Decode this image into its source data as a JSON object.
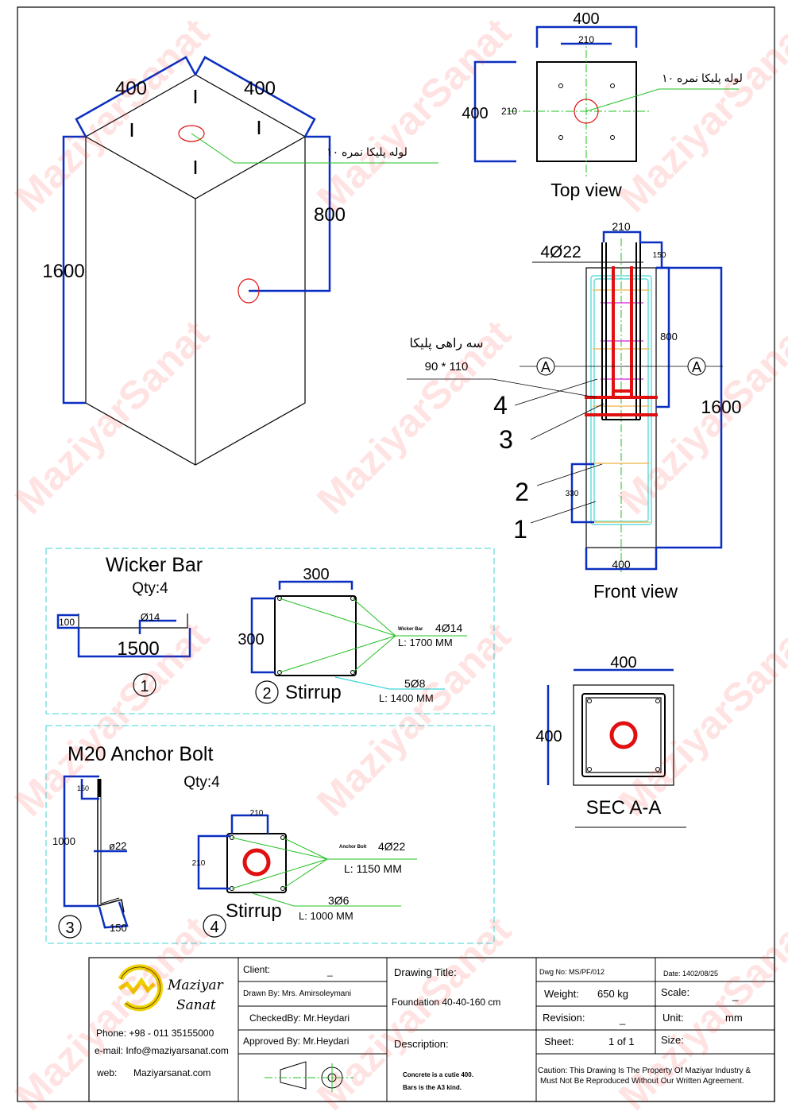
{
  "watermark": "MaziyarSanat",
  "colors": {
    "dimension": "#0a2fc0",
    "rebar": "#e01010",
    "leader": "#22c022",
    "panel": "#3fd6d6",
    "logo": "#f0d000"
  },
  "iso_view": {
    "dim_width_left": "400",
    "dim_width_right": "400",
    "dim_height": "1600",
    "dim_pipe_height": "800",
    "pipe_label": "لوله پلیکا نمره ۱۰"
  },
  "top_view": {
    "title": "Top view",
    "dim_width": "400",
    "dim_bolt_spacing_x": "210",
    "dim_depth": "400",
    "dim_bolt_spacing_y": "210",
    "pipe_label": "لوله پلیکا نمره ۱۰"
  },
  "front_view": {
    "title": "Front view",
    "dim_bolt_spacing": "210",
    "dim_bolt_projection": "150",
    "bolt_label": "4Ø22",
    "dim_pipe_depth": "800",
    "dim_height": "1600",
    "dim_width": "400",
    "dim_stirrup_spacing": "330",
    "tee_label": "سه راهی پلیکا",
    "tee_size": "90 * 110",
    "section_marker": "A",
    "callouts": [
      "4",
      "3",
      "2",
      "1"
    ]
  },
  "wicker_bar": {
    "title": "Wicker Bar",
    "qty": "Qty:4",
    "dim_hook": "100",
    "diameter": "Ø14",
    "dim_length": "1500",
    "item_no": "1"
  },
  "stirrup_1": {
    "title": "Stirrup",
    "item_no": "2",
    "dim_width": "300",
    "dim_height": "300",
    "bar_tag": "Wicker Bar",
    "bar_spec": "4Ø14",
    "bar_length": "L: 1700 MM",
    "stirrup_spec": "5Ø8",
    "stirrup_length": "L: 1400 MM"
  },
  "anchor_bolt": {
    "title": "M20 Anchor Bolt",
    "qty": "Qty:4",
    "dim_thread": "150",
    "dim_length": "1000",
    "diameter": "ø22",
    "dim_hook": "150",
    "item_no": "3"
  },
  "stirrup_2": {
    "title": "Stirrup",
    "item_no": "4",
    "dim_width": "210",
    "dim_height": "210",
    "bar_tag": "Anchor Bolt",
    "bar_spec": "4Ø22",
    "bar_length": "L: 1150 MM",
    "stirrup_spec": "3Ø6",
    "stirrup_length": "L: 1000 MM"
  },
  "section": {
    "title": "SEC A-A",
    "dim_width": "400",
    "dim_depth": "400"
  },
  "title_block": {
    "company_line1": "Maziyar",
    "company_line2": "Sanat",
    "phone": "Phone: +98 - 011 35155000",
    "email": "e-mail:  Info@maziyarsanat.com",
    "web_label": "web:",
    "web": "Maziyarsanat.com",
    "client_label": "Client:",
    "client": "_",
    "drawn_by": "Drawn By:  Mrs. Amirsoleymani",
    "checked_by": "CheckedBy:  Mr.Heydari",
    "approved_by": "Approved By:  Mr.Heydari",
    "drawing_title_label": "Drawing Title:",
    "drawing_title": "Foundation 40-40-160 cm",
    "description_label": "Description:",
    "description_lines": [
      "Concrete is a cutie 400.",
      "Bars is the A3 kind."
    ],
    "dwg_no": "Dwg No:  MS/PF/012",
    "date": "Date:   1402/08/25",
    "weight_label": "Weight:",
    "weight": "650 kg",
    "scale_label": "Scale:",
    "scale": "_",
    "revision_label": "Revision:",
    "revision": "_",
    "unit_label": "Unit:",
    "unit": "mm",
    "sheet_label": "Sheet:",
    "sheet": "1 of 1",
    "size_label": "Size:",
    "caution_lines": [
      "Caution: This Drawing Is The Property Of Maziyar Industry &",
      "Must Not Be Reproduced Without Our Written Agreement."
    ]
  }
}
